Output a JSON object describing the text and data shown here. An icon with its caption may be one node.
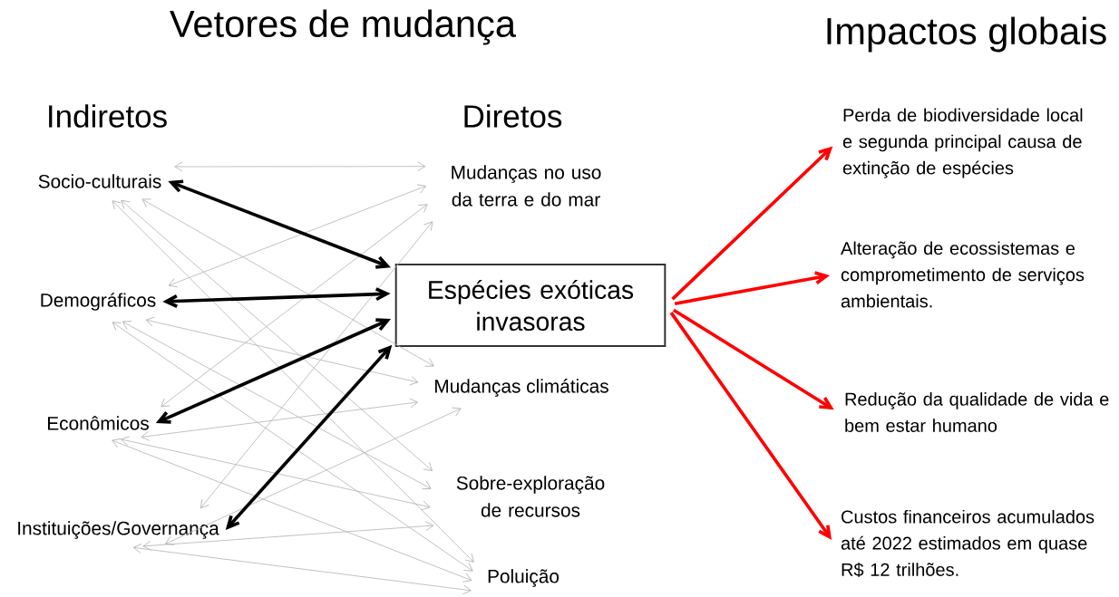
{
  "diagram": {
    "nodes": [
      {
        "text": [
          "Socio-culturais"
        ]
      },
      {
        "text": [
          "Demográficos"
        ]
      },
      {
        "text": [
          "Econômicos"
        ]
      },
      {
        "text": [
          "Instituições/Governança"
        ]
      },
      {
        "text": [
          "Mudanças no uso da terra e do mar"
        ]
      },
      {
        "text": [
          "Espécies exóticas invasoras"
        ]
      },
      {
        "text": [
          "Mudanças climáticas"
        ]
      },
      {
        "text": [
          "Sobre-exploração de recursos"
        ]
      },
      {
        "text": [
          "Poluição"
        ]
      },
      {
        "text": [
          "Perda de biodiversidade local e segunda principal causa de extinção de espécies"
        ]
      },
      {
        "text": [
          "Alteração de ecossistemas e comprometimento de serviços ambientais."
        ]
      },
      {
        "text": [
          "Redução da qualidade de vida e bem estar humano"
        ]
      },
      {
        "text": [
          "Custos financeiros acumulados até 2022 estimados em quase R$ 12 trilhões."
        ]
      }
    ],
    "edges": [
      {
        "from": 0,
        "to": 4,
        "arrow": "both"
      },
      {
        "from": 0,
        "to": 6,
        "arrow": "both"
      },
      {
        "from": 0,
        "to": 7,
        "arrow": "both"
      },
      {
        "from": 0,
        "to": 8,
        "arrow": "both"
      },
      {
        "from": 1,
        "to": 4,
        "arrow": "both"
      },
      {
        "from": 1,
        "to": 6,
        "arrow": "both"
      },
      {
        "from": 1,
        "to": 7,
        "arrow": "both"
      },
      {
        "from": 1,
        "to": 8,
        "arrow": "both"
      },
      {
        "from": 2,
        "to": 4,
        "arrow": "both"
      },
      {
        "from": 2,
        "to": 6,
        "arrow": "both"
      },
      {
        "from": 2,
        "to": 7,
        "arrow": "both"
      },
      {
        "from": 2,
        "to": 8,
        "arrow": "both"
      },
      {
        "from": 3,
        "to": 4,
        "arrow": "both"
      },
      {
        "from": 3,
        "to": 6,
        "arrow": "both"
      },
      {
        "from": 3,
        "to": 7,
        "arrow": "both"
      },
      {
        "from": 3,
        "to": 8,
        "arrow": "both"
      },
      {
        "from": 0,
        "to": 5,
        "arrow": "both",
        "style": "thick",
        "color": "#000000"
      },
      {
        "from": 1,
        "to": 5,
        "arrow": "both",
        "style": "thick",
        "color": "#000000"
      },
      {
        "from": 2,
        "to": 5,
        "arrow": "both",
        "style": "thick",
        "color": "#000000"
      },
      {
        "from": 3,
        "to": 5,
        "arrow": "both",
        "style": "thick",
        "color": "#000000"
      },
      {
        "from": 5,
        "to": 9,
        "arrow": "to",
        "style": "thick",
        "color": "#ff0000"
      },
      {
        "from": 5,
        "to": 10,
        "arrow": "to",
        "style": "thick",
        "color": "#ff0000"
      },
      {
        "from": 5,
        "to": 11,
        "arrow": "to",
        "style": "thick",
        "color": "#ff0000"
      },
      {
        "from": 5,
        "to": 12,
        "arrow": "to",
        "style": "thick",
        "color": "#ff0000"
      }
    ],
    "labels": [
      "Vetores de mudança",
      "Impactos globais",
      "Indiretos",
      "Diretos"
    ]
  }
}
